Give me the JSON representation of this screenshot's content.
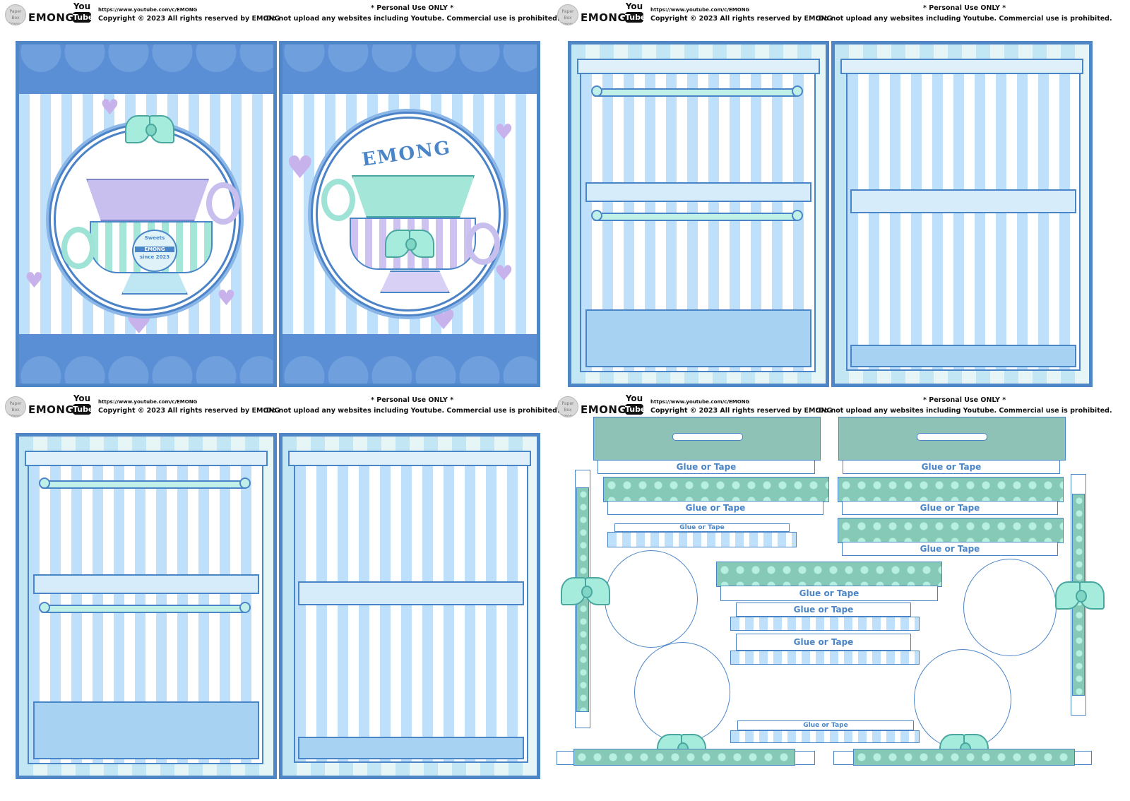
{
  "header": {
    "logo_badge": "Paper Box Emong",
    "brand": "EMONG",
    "youtube_you": "You",
    "youtube_tube": "Tube",
    "url": "https://www.youtube.com/c/EMONG",
    "copyright": "Copyright © 2023 All rights reserved by EMONG",
    "personal_use": "* Personal Use ONLY *",
    "warning": ":Do not upload any websites including Youtube. Commercial use is prohibited."
  },
  "cover": {
    "badge_top": "Sweets",
    "badge_name": "EMONG",
    "badge_since": "since 2023",
    "arc_title": "EMONG"
  },
  "parts": {
    "glue_label": "Glue or Tape"
  },
  "colors": {
    "frame_blue": "#4e86c6",
    "stripe_blue": "#bfe0fb",
    "mint": "#a6ecdc",
    "lavender": "#c9bfee",
    "drawer_green": "#8ec2b6"
  }
}
